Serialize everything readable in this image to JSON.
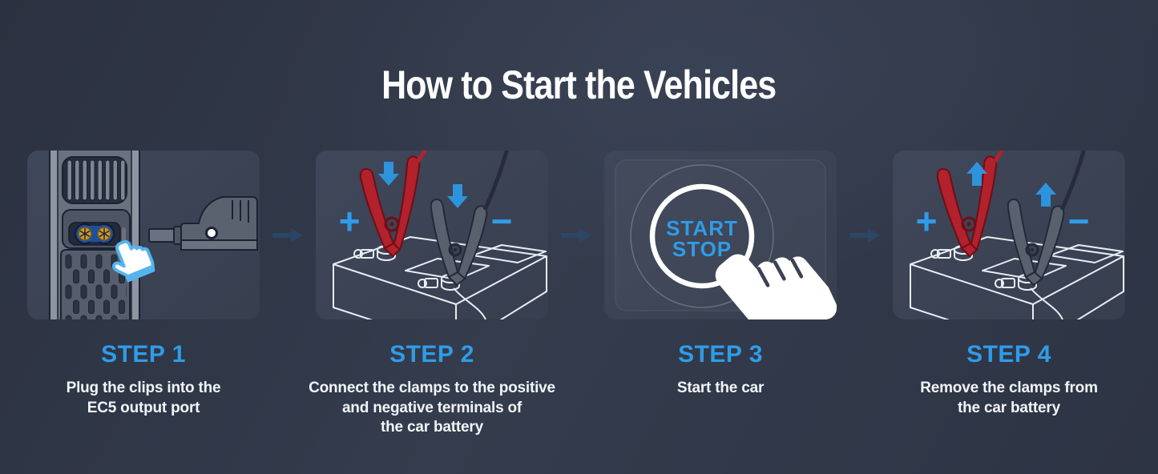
{
  "title": "How to Start the Vehicles",
  "steps": [
    {
      "label": "STEP 1",
      "description": "Plug the clips into the\nEC5 output port",
      "illustration": "jump-starter-with-ec5-plug"
    },
    {
      "label": "STEP 2",
      "description": "Connect the clamps to the positive\nand negative terminals of\nthe car battery",
      "plus_sign": "+",
      "minus_sign": "−",
      "illustration": "clamps-attached-to-battery-arrows-down"
    },
    {
      "label": "STEP 3",
      "description": "Start the car",
      "button_labels": [
        "START",
        "STOP"
      ],
      "illustration": "finger-pressing-start-stop-button"
    },
    {
      "label": "STEP 4",
      "description": "Remove the clamps from\nthe car battery",
      "plus_sign": "+",
      "minus_sign": "−",
      "illustration": "clamps-removed-from-battery-arrows-up"
    }
  ],
  "icons": {
    "flow-arrow-icon": "➜",
    "hand-pointer-icon": "👆",
    "hand-press-icon": "👇",
    "down-arrow-icon": "↓",
    "up-arrow-icon": "↑",
    "plus-icon": "+",
    "minus-icon": "−",
    "start-stop-button-icon": "◯"
  },
  "colors": {
    "accent_blue": "#2F9CE8",
    "cursor_blue": "#54B4F0",
    "clamp_red": "#B2212C",
    "clamp_gray": "#59616E",
    "battery_line_white": "#E9EDF3",
    "panel_background": "#3B4254",
    "page_background": "#2E3545",
    "flow_arrow_blue": "#2A4A6C",
    "title_text": "#FFFFFF",
    "description_text": "#F2F5F8"
  }
}
